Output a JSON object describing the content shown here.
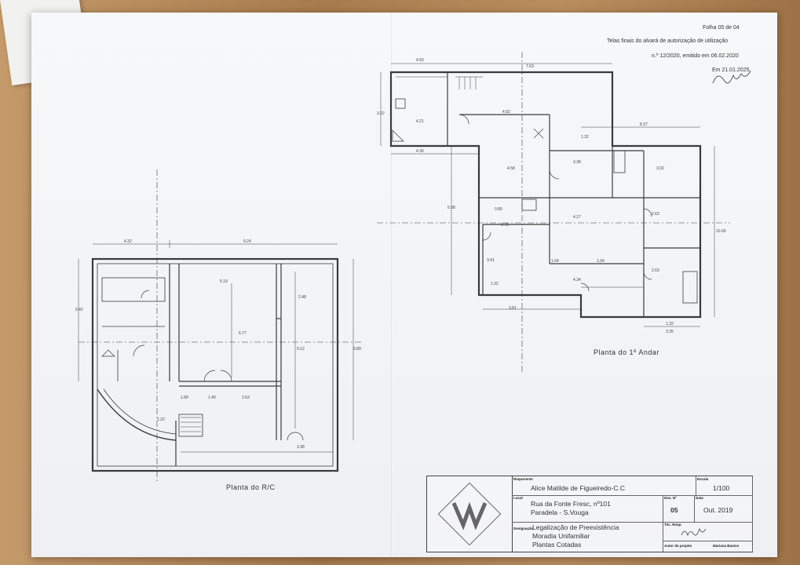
{
  "folio": {
    "line1": "Folha 05 de 04",
    "line2": "Telas finais do alvará de autorização de utilização",
    "line3": "n.º 12/2020, emitido em 06.02.2020",
    "line4": "Em 21.01.2025"
  },
  "plans": {
    "ground_floor_label": "Planta do R/C",
    "first_floor_label": "Planta do 1º Andar"
  },
  "titleblock": {
    "requerente_key": "Requerente",
    "requerente_value": "Alice Matilde de Figueiredo-C.C",
    "escala_key": "Escala",
    "escala_value": "1/100",
    "local_key": "Local",
    "local_value_1": "Rua da Fonte Fresc, nº101",
    "local_value_2": "Paradela - S.Vouga",
    "des_key": "Des. Nº",
    "des_value": "05",
    "data_key": "Data",
    "data_value": "Out. 2019",
    "designacao_key": "Designação",
    "designacao_1": "Legalização de Preexistência",
    "designacao_2": "Moradia Unifamiliar",
    "designacao_3": "Plantas Cotadas",
    "tec_key": "Téc. Resp.",
    "autor_key": "Autor do projeto",
    "autor_value": "Mariana Bastos"
  }
}
